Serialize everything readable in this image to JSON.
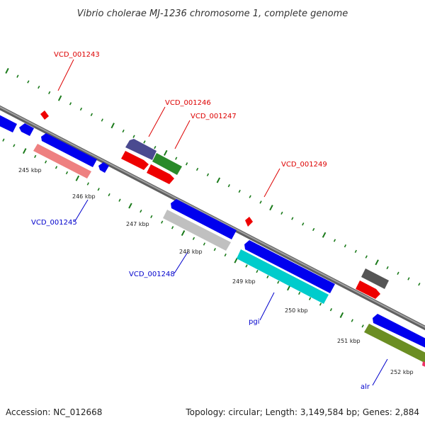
{
  "title": "Vibrio cholerae MJ-1236 chromosome 1, complete genome",
  "footer": {
    "accession": "Accession: NC_012668",
    "summary": "Topology: circular; Length: 3,149,584 bp; Genes: 2,884"
  },
  "colors": {
    "backbone": "#808080",
    "tick_dot": "#1a7a1a",
    "label_red": "#dd0000",
    "label_blue": "#0000cc",
    "cds_blue": "#0000ee",
    "cds_red": "#ee0000",
    "pseudo_pink": "#ee8080",
    "gray_feature": "#c0c0c0",
    "cyan_feature": "#00cccc",
    "dark_slate": "#4a4a90",
    "green_feature": "#2a8a2a",
    "olive_feature": "#6b8e23",
    "dark_gray_feature": "#555555"
  },
  "scale_labels": [
    "245 kbp",
    "246 kbp",
    "247 kbp",
    "248 kbp",
    "249 kbp",
    "250 kbp",
    "251 kbp",
    "252 kbp"
  ],
  "gene_labels": {
    "vcd_001243": "VCD_001243",
    "vcd_001246": "VCD_001246",
    "vcd_001247": "VCD_001247",
    "vcd_001249": "VCD_001249",
    "vcd_001245": "VCD_001245",
    "vcd_001248": "VCD_001248",
    "pgi": "pgi",
    "alr": "alr"
  }
}
